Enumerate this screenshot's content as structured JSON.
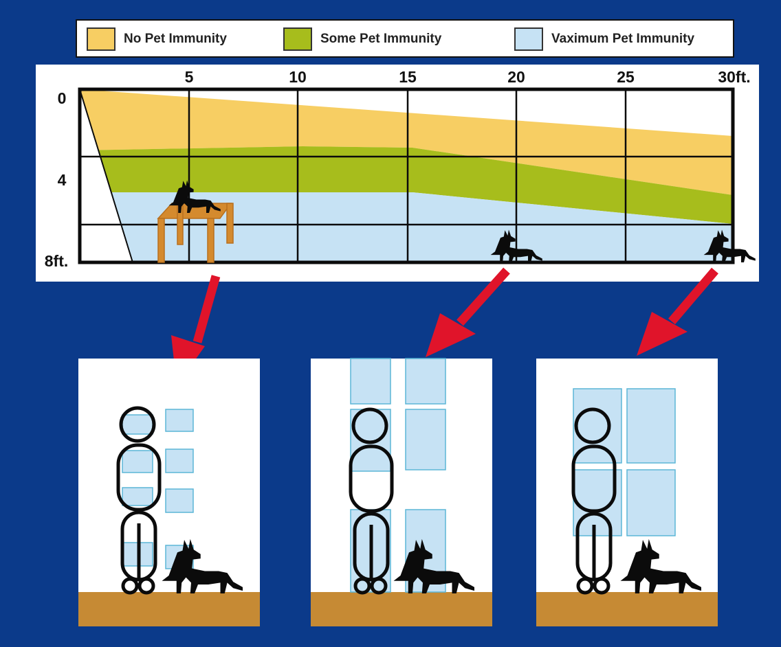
{
  "legend": {
    "items": [
      {
        "label": "No Pet Immunity",
        "color": "#f7ce63"
      },
      {
        "label": "Some Pet Immunity",
        "color": "#a7bd1c"
      },
      {
        "label": "Vaximum Pet Immunity",
        "color": "#c6e2f4"
      }
    ]
  },
  "chart": {
    "x_ticks": [
      "5",
      "10",
      "15",
      "20",
      "25",
      "30ft."
    ],
    "y_ticks": [
      "0",
      "4",
      "8ft."
    ],
    "colors": {
      "no": "#f7ce63",
      "some": "#a7bd1c",
      "max": "#c6e2f4",
      "frame": "#0b0b0b",
      "background": "#0b3a8a",
      "arrow": "#e0142a",
      "floor": "#c68a34",
      "table": "#d48a2e"
    }
  },
  "scenes": [
    {
      "id": "table",
      "description_icon": "dog-on-table-icon"
    },
    {
      "id": "20ft",
      "description_icon": "dog-standing-icon"
    },
    {
      "id": "30ft",
      "description_icon": "dog-standing-icon"
    }
  ]
}
